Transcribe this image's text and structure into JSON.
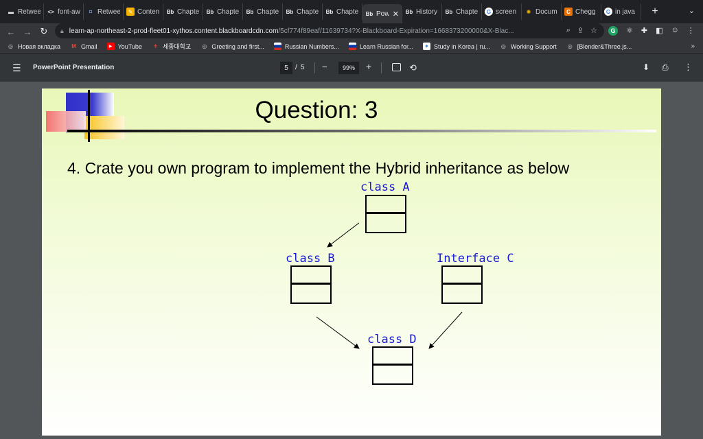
{
  "browser": {
    "tabs": [
      {
        "label": "Retwee",
        "icon": "bars-icon"
      },
      {
        "label": "font-aw",
        "icon": "code-icon"
      },
      {
        "label": "Retwee",
        "icon": "bookmark-icon"
      },
      {
        "label": "Conten",
        "icon": "pencil-icon"
      },
      {
        "label": "Chapte",
        "icon": "bb-icon"
      },
      {
        "label": "Chapte",
        "icon": "bb-icon"
      },
      {
        "label": "Chapte",
        "icon": "bb-icon"
      },
      {
        "label": "Chapte",
        "icon": "bb-icon"
      },
      {
        "label": "Chapte",
        "icon": "bb-icon"
      },
      {
        "label": "Pow",
        "icon": "bb-icon",
        "active": true
      },
      {
        "label": "History",
        "icon": "bb-icon"
      },
      {
        "label": "Chapte",
        "icon": "bb-icon"
      },
      {
        "label": "screen",
        "icon": "google-icon"
      },
      {
        "label": "Docum",
        "icon": "gemini-icon"
      },
      {
        "label": "Chegg",
        "icon": "chegg-icon"
      },
      {
        "label": "in java",
        "icon": "google-icon"
      }
    ],
    "url_host": "learn-ap-northeast-2-prod-fleet01-xythos.content.blackboardcdn.com",
    "url_path": "/5cf774f89eaf/11639734?X-Blackboard-Expiration=1668373200000&X-Blac...",
    "bookmarks": [
      {
        "label": "Новая вкладка",
        "icon": "globe-icon"
      },
      {
        "label": "Gmail",
        "icon": "gmail-icon"
      },
      {
        "label": "YouTube",
        "icon": "youtube-icon"
      },
      {
        "label": "세종대학교",
        "icon": "university-icon"
      },
      {
        "label": "Greeting and first...",
        "icon": "globe-icon"
      },
      {
        "label": "Russian Numbers...",
        "icon": "flag-icon"
      },
      {
        "label": "Learn Russian for...",
        "icon": "flag-icon"
      },
      {
        "label": "Study in Korea | ru...",
        "icon": "study-icon"
      },
      {
        "label": "Working Support",
        "icon": "globe-icon"
      },
      {
        "label": "[Blender&Three.js...",
        "icon": "globe-icon"
      }
    ]
  },
  "pdf": {
    "title": "PowerPoint Presentation",
    "page_current": "5",
    "page_sep": "/",
    "page_total": "5",
    "zoom": "99%"
  },
  "slide": {
    "title": "Question: 3",
    "question": "4. Crate you own program to implement the Hybrid inheritance as below",
    "labels": {
      "a": "class A",
      "b": "class B",
      "c": "Interface C",
      "d": "class D"
    }
  }
}
